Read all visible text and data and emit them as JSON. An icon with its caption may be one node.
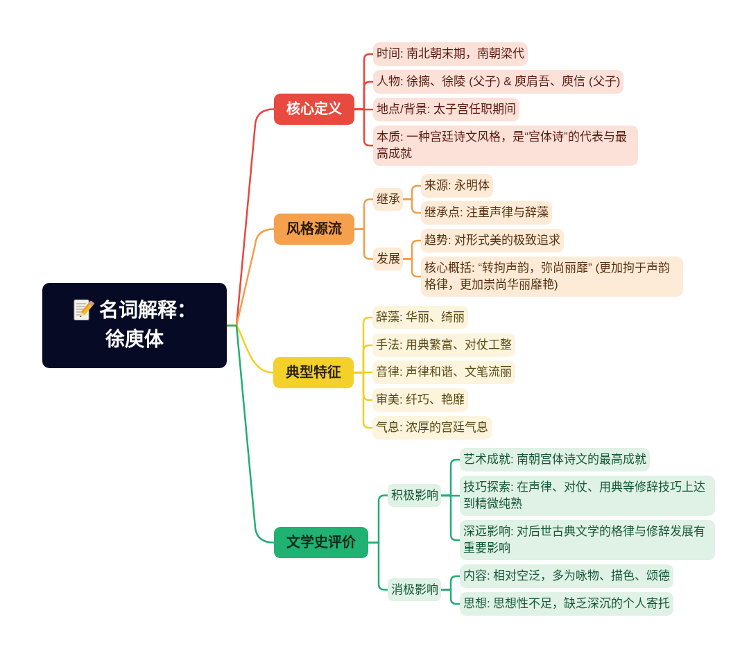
{
  "diagram": {
    "nodes": [
      {
        "text": [
          "名词解释：徐庾体"
        ]
      },
      {
        "text": [
          "核心定义"
        ]
      },
      {
        "text": [
          "时间: 南北朝末期，南朝梁代"
        ]
      },
      {
        "text": [
          "人物: 徐摛、徐陵 (父子) & 庾肩吾、庾信 (父子)"
        ]
      },
      {
        "text": [
          "地点/背景: 太子宫任职期间"
        ]
      },
      {
        "text": [
          "本质: 一种宫廷诗文风格，是“宫体诗”的代表与最高成就"
        ]
      },
      {
        "text": [
          "风格源流"
        ]
      },
      {
        "text": [
          "继承"
        ]
      },
      {
        "text": [
          "来源: 永明体"
        ]
      },
      {
        "text": [
          "继承点: 注重声律与辞藻"
        ]
      },
      {
        "text": [
          "发展"
        ]
      },
      {
        "text": [
          "趋势: 对形式美的极致追求"
        ]
      },
      {
        "text": [
          "核心概括: “转拘声韵，弥尚丽靡” (更加拘于声韵格律，更加崇尚华丽靡艳)"
        ]
      },
      {
        "text": [
          "典型特征"
        ]
      },
      {
        "text": [
          "辞藻: 华丽、绮丽"
        ]
      },
      {
        "text": [
          "手法: 用典繁富、对仗工整"
        ]
      },
      {
        "text": [
          "音律: 声律和谐、文笔流丽"
        ]
      },
      {
        "text": [
          "审美: 纤巧、艳靡"
        ]
      },
      {
        "text": [
          "气息: 浓厚的宫廷气息"
        ]
      },
      {
        "text": [
          "文学史评价"
        ]
      },
      {
        "text": [
          "积极影响"
        ]
      },
      {
        "text": [
          "艺术成就: 南朝宫体诗文的最高成就"
        ]
      },
      {
        "text": [
          "技巧探索: 在声律、对仗、用典等修辞技巧上达到精微纯熟"
        ]
      },
      {
        "text": [
          "深远影响: 对后世古典文学的格律与修辞发展有重要影响"
        ]
      },
      {
        "text": [
          "消极影响"
        ]
      },
      {
        "text": [
          "内容: 相对空泛，多为咏物、描色、颂德"
        ]
      },
      {
        "text": [
          "思想: 思想性不足，缺乏深沉的个人寄托"
        ]
      }
    ],
    "edges": [
      {
        "from": 0,
        "to": 1,
        "arrow": "none",
        "color": "#e8453c"
      },
      {
        "from": 1,
        "to": 2,
        "arrow": "none",
        "color": "#e8453c"
      },
      {
        "from": 1,
        "to": 3,
        "arrow": "none",
        "color": "#e8453c"
      },
      {
        "from": 1,
        "to": 4,
        "arrow": "none",
        "color": "#e8453c"
      },
      {
        "from": 1,
        "to": 5,
        "arrow": "none",
        "color": "#e8453c"
      },
      {
        "from": 0,
        "to": 6,
        "arrow": "none",
        "color": "#f39c48"
      },
      {
        "from": 6,
        "to": 7,
        "arrow": "none",
        "color": "#f39c48"
      },
      {
        "from": 7,
        "to": 8,
        "arrow": "none",
        "color": "#f39c48"
      },
      {
        "from": 7,
        "to": 9,
        "arrow": "none",
        "color": "#f39c48"
      },
      {
        "from": 6,
        "to": 10,
        "arrow": "none",
        "color": "#f39c48"
      },
      {
        "from": 10,
        "to": 11,
        "arrow": "none",
        "color": "#f39c48"
      },
      {
        "from": 10,
        "to": 12,
        "arrow": "none",
        "color": "#f39c48"
      },
      {
        "from": 0,
        "to": 13,
        "arrow": "none",
        "color": "#f2cf22"
      },
      {
        "from": 13,
        "to": 14,
        "arrow": "none",
        "color": "#f2cf22"
      },
      {
        "from": 13,
        "to": 15,
        "arrow": "none",
        "color": "#f2cf22"
      },
      {
        "from": 13,
        "to": 16,
        "arrow": "none",
        "color": "#f2cf22"
      },
      {
        "from": 13,
        "to": 17,
        "arrow": "none",
        "color": "#f2cf22"
      },
      {
        "from": 13,
        "to": 18,
        "arrow": "none",
        "color": "#f2cf22"
      },
      {
        "from": 0,
        "to": 19,
        "arrow": "none",
        "color": "#1fae72"
      },
      {
        "from": 19,
        "to": 20,
        "arrow": "none",
        "color": "#1fae72"
      },
      {
        "from": 20,
        "to": 21,
        "arrow": "none",
        "color": "#1fae72"
      },
      {
        "from": 20,
        "to": 22,
        "arrow": "none",
        "color": "#1fae72"
      },
      {
        "from": 20,
        "to": 23,
        "arrow": "none",
        "color": "#1fae72"
      },
      {
        "from": 19,
        "to": 24,
        "arrow": "none",
        "color": "#1fae72"
      },
      {
        "from": 24,
        "to": 25,
        "arrow": "none",
        "color": "#1fae72"
      },
      {
        "from": 24,
        "to": 26,
        "arrow": "none",
        "color": "#1fae72"
      }
    ]
  }
}
